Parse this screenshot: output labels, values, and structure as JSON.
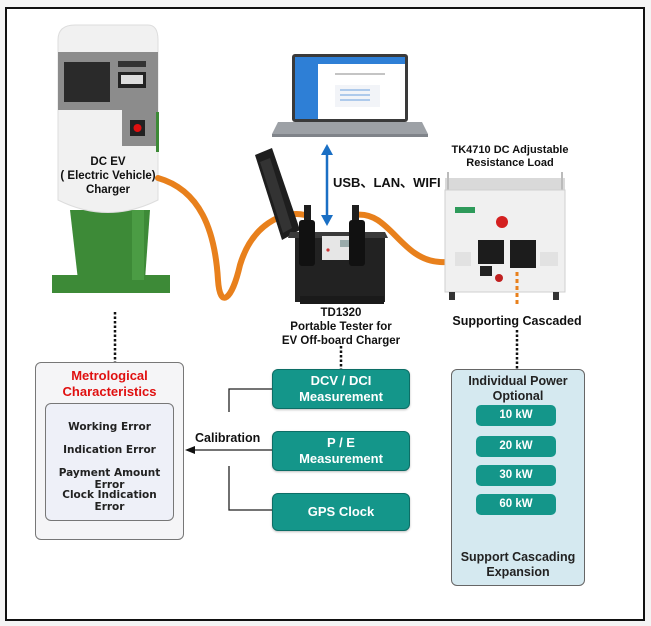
{
  "charger": {
    "label_line1": "DC EV",
    "label_line2": "( Electric Vehicle)",
    "label_line3": "Charger"
  },
  "tester": {
    "label_line1": "TD1320",
    "label_line2": "Portable Tester for",
    "label_line3": "EV Off-board Charger"
  },
  "connection": {
    "label": "USB、LAN、WIFI"
  },
  "load": {
    "title_line1": "TK4710 DC Adjustable",
    "title_line2": "Resistance Load",
    "subtitle": "Supporting Cascaded"
  },
  "metrological": {
    "title_line1": "Metrological",
    "title_line2": "Characteristics",
    "items": [
      "Working Error",
      "Indication Error",
      "Payment Amount Error",
      "Clock Indication Error"
    ]
  },
  "calibration": {
    "label": "Calibration"
  },
  "measurements": [
    {
      "line1": "DCV / DCI",
      "line2": "Measurement"
    },
    {
      "line1": "P / E",
      "line2": "Measurement"
    },
    {
      "line1": "GPS Clock",
      "line2": ""
    }
  ],
  "power": {
    "title_line1": "Individual Power",
    "title_line2": "Optional",
    "options": [
      "10 kW",
      "20 kW",
      "30 kW",
      "60 kW"
    ],
    "footer_line1": "Support Cascading",
    "footer_line2": "Expansion"
  },
  "colors": {
    "teal": "#14968a",
    "accent_red": "#e01010",
    "cable_orange": "#e8801c",
    "charger_green": "#3d8a37",
    "link_blue": "#1a6fc4"
  }
}
